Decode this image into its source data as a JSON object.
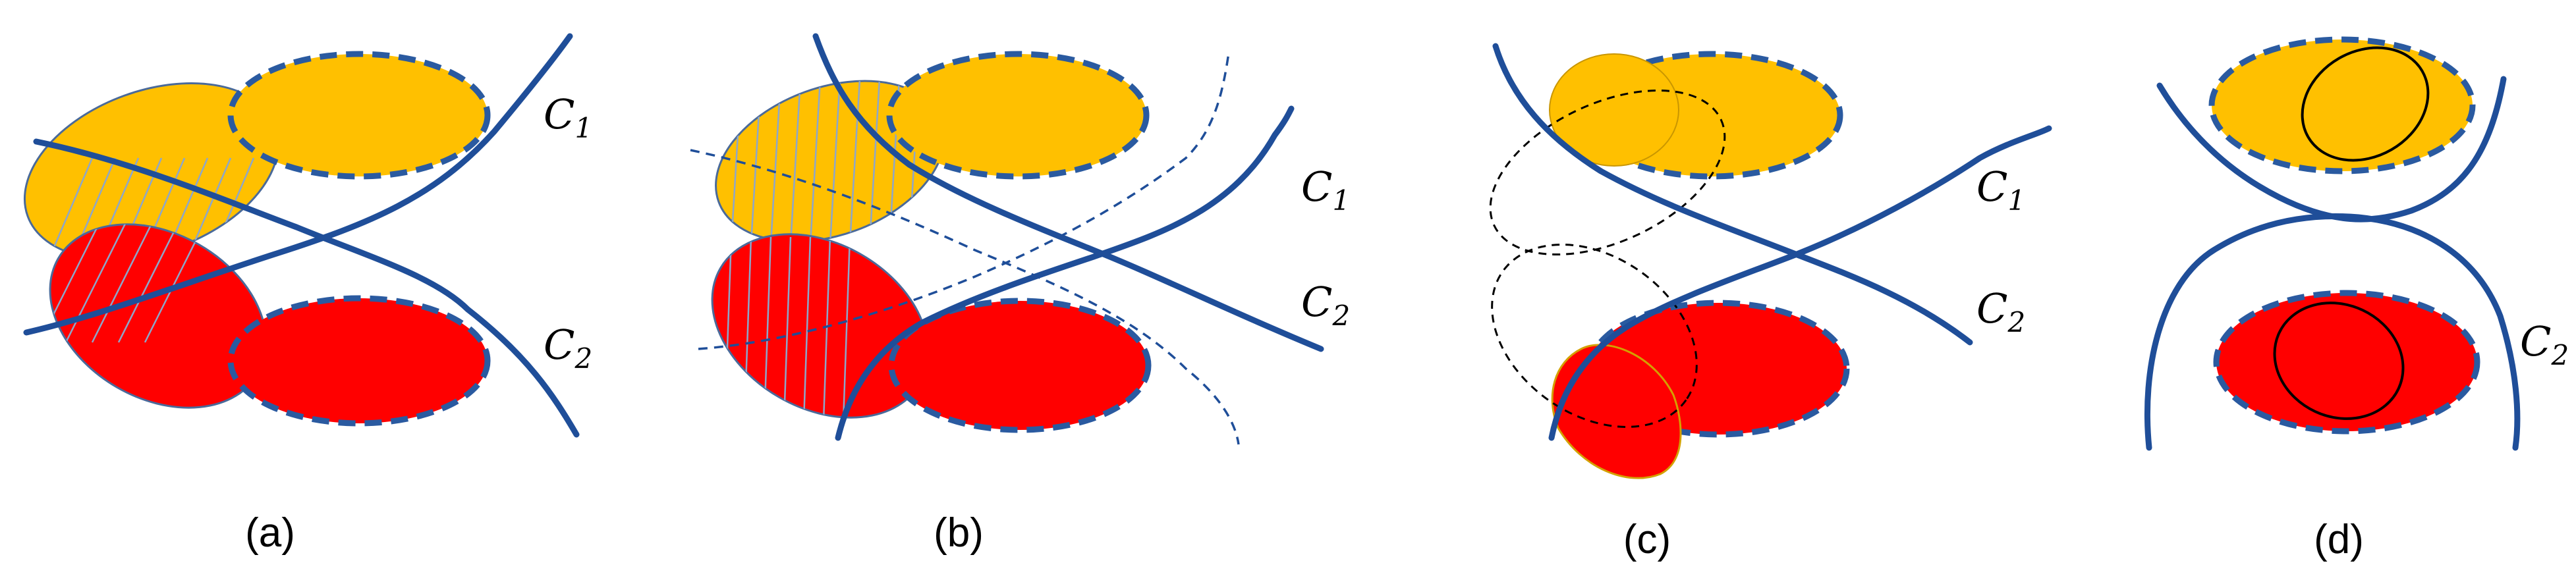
{
  "colors": {
    "gold": "#FFC000",
    "red": "#FF0000",
    "curve_blue": "#1F4E99",
    "dash_blue": "#2A5AA0",
    "hatch": "#8EA6C9",
    "black": "#000000"
  },
  "panels": [
    {
      "label": "(a)",
      "curves": [
        {
          "name": "C",
          "sub": "1"
        },
        {
          "name": "C",
          "sub": "2"
        }
      ]
    },
    {
      "label": "(b)",
      "curves": [
        {
          "name": "C",
          "sub": "1"
        },
        {
          "name": "C",
          "sub": "2"
        }
      ]
    },
    {
      "label": "(c)",
      "curves": [
        {
          "name": "C",
          "sub": "1"
        },
        {
          "name": "C",
          "sub": "2"
        }
      ]
    },
    {
      "label": "(d)",
      "curves": [
        {
          "name": "C",
          "sub": "2"
        }
      ]
    }
  ]
}
